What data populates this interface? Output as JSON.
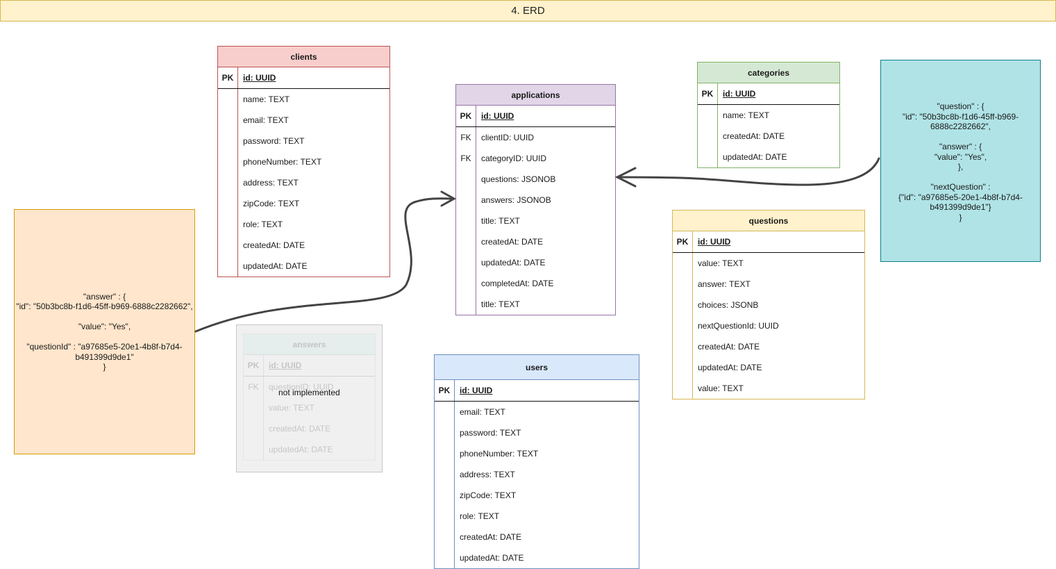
{
  "title": "4. ERD",
  "entities": {
    "clients": {
      "name": "clients",
      "pk": {
        "key": "PK",
        "field": "id: UUID"
      },
      "fields": [
        "name: TEXT",
        "email: TEXT",
        "password: TEXT",
        "phoneNumber: TEXT",
        "address: TEXT",
        "zipCode: TEXT",
        "role: TEXT",
        "createdAt: DATE",
        "updatedAt: DATE"
      ]
    },
    "applications": {
      "name": "applications",
      "pk": {
        "key": "PK",
        "field": "id: UUID"
      },
      "rows": [
        {
          "key": "FK",
          "field": "clientID: UUID"
        },
        {
          "key": "FK",
          "field": "categoryID: UUID"
        },
        {
          "key": "",
          "field": "questions: JSONOB"
        },
        {
          "key": "",
          "field": "answers: JSONOB"
        },
        {
          "key": "",
          "field": "title: TEXT"
        },
        {
          "key": "",
          "field": "createdAt: DATE"
        },
        {
          "key": "",
          "field": "updatedAt: DATE"
        },
        {
          "key": "",
          "field": "completedAt: DATE"
        },
        {
          "key": "",
          "field": "title: TEXT"
        }
      ]
    },
    "categories": {
      "name": "categories",
      "pk": {
        "key": "PK",
        "field": "id: UUID"
      },
      "fields": [
        "name: TEXT",
        "createdAt: DATE",
        "updatedAt: DATE"
      ]
    },
    "questions": {
      "name": "questions",
      "pk": {
        "key": "PK",
        "field": "id: UUID"
      },
      "fields": [
        "value: TEXT",
        "answer: TEXT",
        "choices: JSONB",
        "nextQuestionId: UUID",
        "createdAt: DATE",
        "updatedAt: DATE",
        "value: TEXT"
      ]
    },
    "users": {
      "name": "users",
      "pk": {
        "key": "PK",
        "field": "id: UUID"
      },
      "fields": [
        "email: TEXT",
        "password: TEXT",
        "phoneNumber: TEXT",
        "address: TEXT",
        "zipCode: TEXT",
        "role: TEXT",
        "createdAt: DATE",
        "updatedAt: DATE"
      ]
    },
    "answers": {
      "name": "answers",
      "pk": {
        "key": "PK",
        "field": "id: UUID"
      },
      "rows": [
        {
          "key": "FK",
          "field": "questionID: UUID"
        },
        {
          "key": "",
          "field": "value: TEXT"
        },
        {
          "key": "",
          "field": "createdAt: DATE"
        },
        {
          "key": "",
          "field": "updatedAt: DATE"
        }
      ],
      "status_label": "not implemented"
    }
  },
  "notes": {
    "answer_example": [
      "\"answer\" : {",
      "\"id\": \"50b3bc8b-f1d6-45ff-b969-6888c2282662\",",
      "",
      "\"value\": \"Yes\",",
      "",
      "\"questionId\" : \"a97685e5-20e1-4b8f-b7d4-",
      "b491399d9de1\"",
      "}"
    ],
    "question_example": [
      "\"question\" : {",
      "\"id\": \"50b3bc8b-f1d6-45ff-b969-",
      "6888c2282662\",",
      "",
      "\"answer\" : {",
      "\"value\": \"Yes\",",
      "},",
      "",
      "\"nextQuestion\" :",
      "{\"id\": \"a97685e5-20e1-4b8f-b7d4-",
      "b491399d9de1\"}",
      "}"
    ]
  },
  "colors": {
    "clients_fill": "#f8cecc",
    "clients_stroke": "#b85450",
    "applications_fill": "#e1d5e7",
    "applications_stroke": "#9673a6",
    "categories_fill": "#d5e8d4",
    "categories_stroke": "#82b366",
    "questions_fill": "#fff2cc",
    "questions_stroke": "#d6b656",
    "users_fill": "#dae8fc",
    "users_stroke": "#6c8ebf",
    "answer_note_fill": "#ffe6cc",
    "question_note_fill": "#b0e3e6",
    "connector": "#444444"
  }
}
